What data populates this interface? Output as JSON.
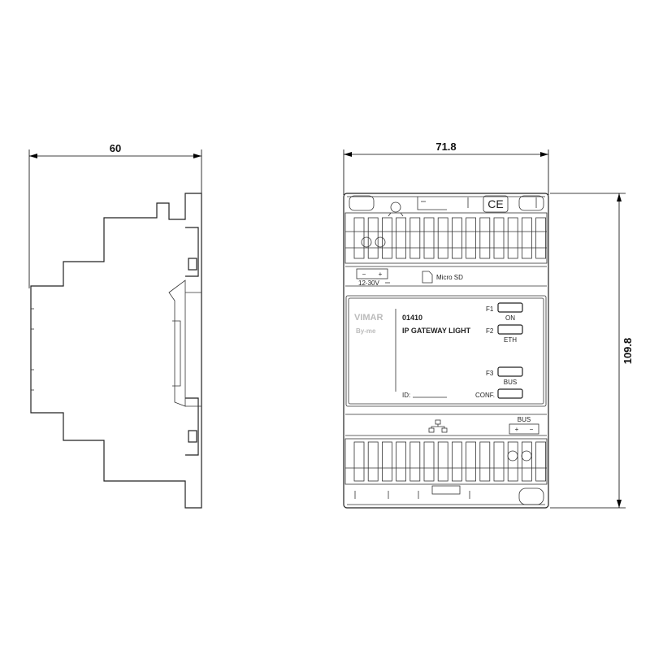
{
  "dimensions": {
    "side_width": "60",
    "front_width": "71.8",
    "front_height": "109.8"
  },
  "device": {
    "brand": "VIMAR",
    "sub_brand": "By-me",
    "code": "01410",
    "name": "IP GATEWAY LIGHT",
    "id_label": "ID:",
    "power_label": "12-30V",
    "power_minus": "−",
    "power_plus": "+",
    "sd_label": "Micro SD",
    "ce_mark": "CE",
    "bus_label": "BUS",
    "bus_plus": "+",
    "bus_minus": "−"
  },
  "indicators": [
    {
      "key": "F1",
      "label": "ON"
    },
    {
      "key": "F2",
      "label": "ETH"
    },
    {
      "key": "F3",
      "label": "BUS"
    },
    {
      "key": "",
      "label": "CONF."
    }
  ],
  "colors": {
    "line": "#222222",
    "dimension": "#000000",
    "brand_text": "#bbbbbb"
  }
}
